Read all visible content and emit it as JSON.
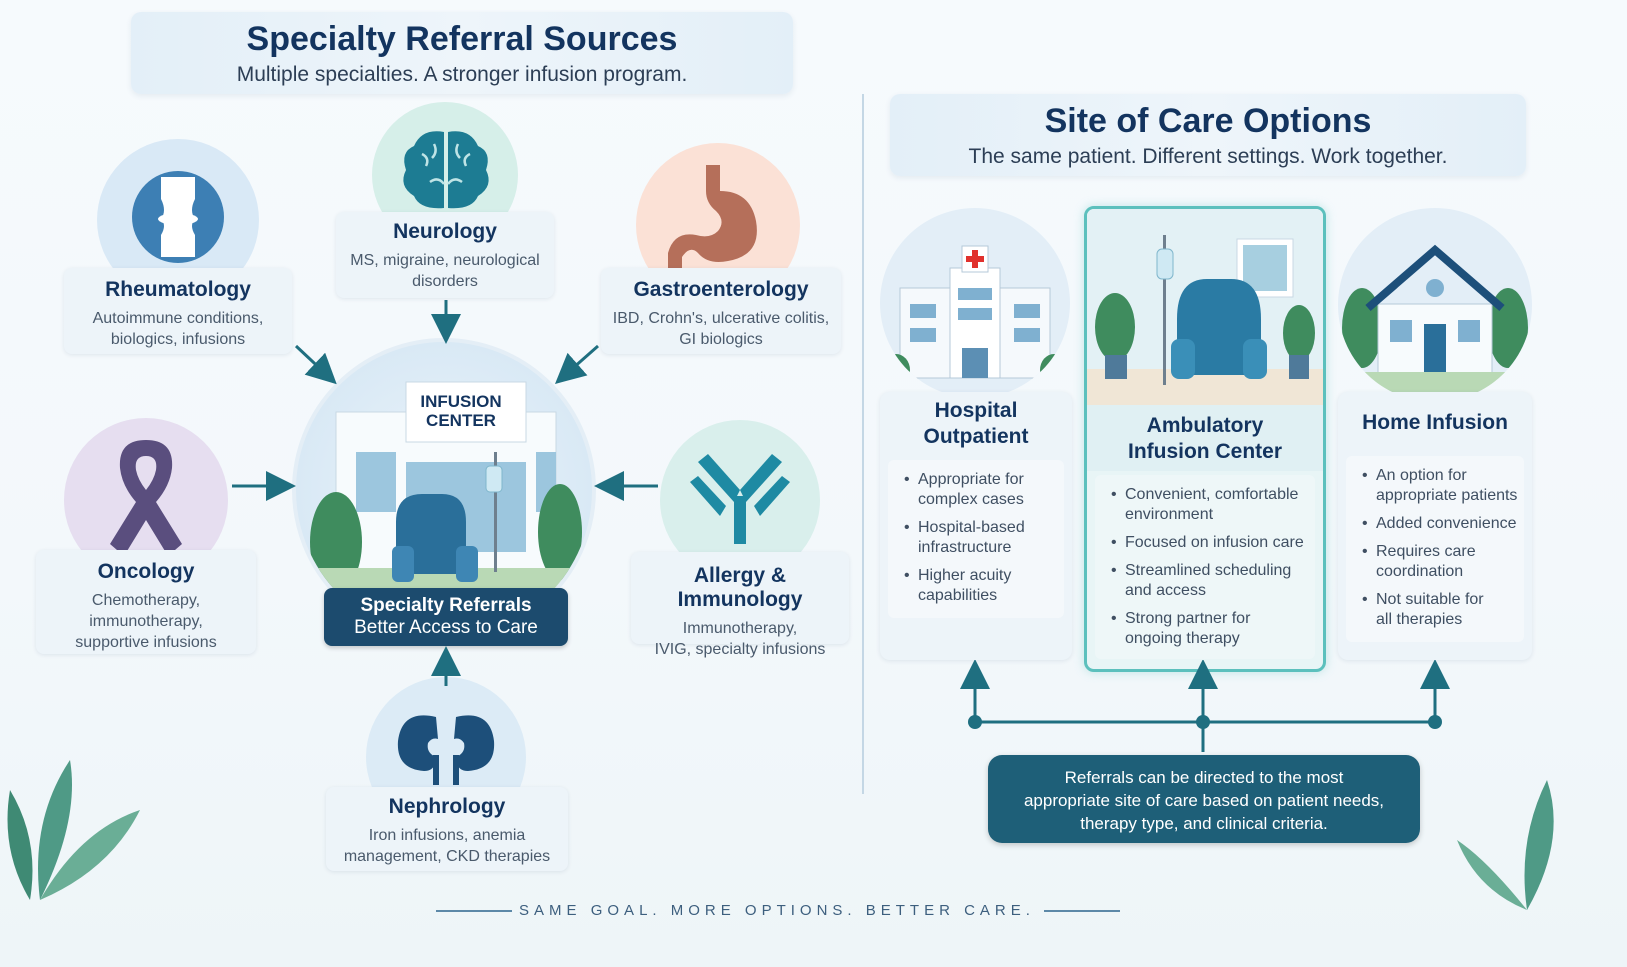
{
  "left_panel": {
    "title": "Specialty Referral Sources",
    "subtitle": "Multiple specialties. A stronger infusion program.",
    "center": {
      "sign_line1": "INFUSION",
      "sign_line2": "CENTER",
      "label_line1": "Specialty Referrals",
      "label_line2": "Better Access to Care"
    },
    "specialties": [
      {
        "name": "Rheumatology",
        "line1": "Autoimmune conditions,",
        "line2": "biologics, infusions",
        "icon": "joint-icon"
      },
      {
        "name": "Neurology",
        "line1": "MS, migraine, neurological",
        "line2": "disorders",
        "icon": "brain-icon"
      },
      {
        "name": "Gastroenterology",
        "line1": "IBD, Crohn's, ulcerative colitis,",
        "line2": "GI biologics",
        "icon": "stomach-icon"
      },
      {
        "name": "Oncology",
        "line1": "Chemotherapy,",
        "line2": "immunotherapy,",
        "line3": "supportive infusions",
        "icon": "ribbon-icon"
      },
      {
        "name": "Allergy & Immunology",
        "line1": "Immunotherapy,",
        "line2": "IVIG, specialty infusions",
        "icon": "antibody-icon"
      },
      {
        "name": "Nephrology",
        "line1": "Iron infusions, anemia",
        "line2": "management, CKD therapies",
        "icon": "kidney-icon"
      }
    ]
  },
  "right_panel": {
    "title": "Site of Care Options",
    "subtitle": "The same patient. Different settings. Work together.",
    "sites": [
      {
        "name_line1": "Hospital",
        "name_line2": "Outpatient",
        "bullets": [
          [
            "Appropriate for",
            "complex cases"
          ],
          [
            "Hospital-based",
            "infrastructure"
          ],
          [
            "Higher acuity",
            "capabilities"
          ]
        ]
      },
      {
        "name_line1": "Ambulatory",
        "name_line2": "Infusion Center",
        "bullets": [
          [
            "Convenient, comfortable",
            "environment"
          ],
          [
            "Focused on infusion care"
          ],
          [
            "Streamlined scheduling",
            "and access"
          ],
          [
            "Strong partner for",
            "ongoing therapy"
          ]
        ]
      },
      {
        "name_line1": "Home Infusion",
        "bullets": [
          [
            "An option for",
            "appropriate patients"
          ],
          [
            "Added convenience"
          ],
          [
            "Requires care",
            "coordination"
          ],
          [
            "Not suitable for",
            "all therapies"
          ]
        ]
      }
    ],
    "note_line1": "Referrals can be directed to the most",
    "note_line2": "appropriate site of care based on patient needs,",
    "note_line3": "therapy type, and clinical criteria."
  },
  "footer": {
    "tagline": "SAME GOAL. MORE OPTIONS. BETTER CARE."
  },
  "colors": {
    "navy": "#13345f",
    "teal": "#1f6f80",
    "accent": "#5cc0bd",
    "cross": "#e0312d"
  }
}
